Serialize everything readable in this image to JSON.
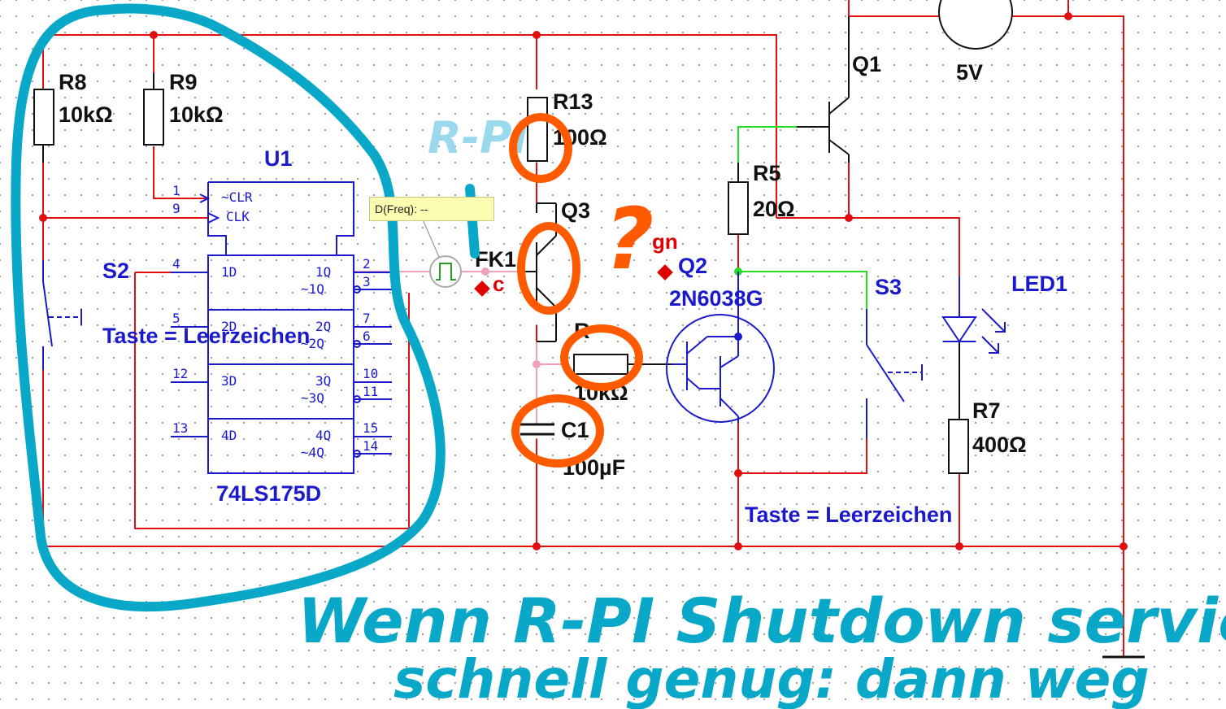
{
  "components": {
    "r8": {
      "name": "R8",
      "value": "10kΩ"
    },
    "r9": {
      "name": "R9",
      "value": "10kΩ"
    },
    "u1": {
      "name": "U1",
      "part": "74LS175D"
    },
    "u1_pins": {
      "clr": "~CLR",
      "clk": "CLK",
      "d1": "1D",
      "d2": "2D",
      "d3": "3D",
      "d4": "4D",
      "q1": "1Q",
      "q1n": "~1Q",
      "q2": "2Q",
      "q2n": "~2Q",
      "q3": "3Q",
      "q3n": "~3Q",
      "q4": "4Q",
      "q4n": "~4Q",
      "n1": "1",
      "n9": "9",
      "n4": "4",
      "n5": "5",
      "n12": "12",
      "n13": "13",
      "n2": "2",
      "n3": "3",
      "n7": "7",
      "n6": "6",
      "n10": "10",
      "n11": "11",
      "n15": "15",
      "n14": "14"
    },
    "s2": {
      "name": "S2",
      "note": "Taste = Leerzeichen"
    },
    "r13": {
      "name": "R13",
      "value": "100Ω"
    },
    "q3": {
      "name": "Q3"
    },
    "xfg": {
      "name": "FK1"
    },
    "r_base": {
      "name": "R",
      "value": "10kΩ"
    },
    "c1": {
      "name": "C1",
      "value": "100µF"
    },
    "q2": {
      "name": "Q2",
      "part": "2N6038G"
    },
    "r5": {
      "name": "R5",
      "value": "20Ω"
    },
    "q1": {
      "name": "Q1"
    },
    "supply": {
      "value": "5V"
    },
    "s3": {
      "name": "S3",
      "note": "Taste = Leerzeichen"
    },
    "led1": {
      "name": "LED1"
    },
    "r7": {
      "name": "R7",
      "value": "400Ω"
    }
  },
  "probes": {
    "c": "c",
    "gn": "gn"
  },
  "tooltip": "D(Freq): --",
  "annotations": {
    "rpi": "R-PI",
    "question": "?",
    "line1": "Wenn R-PI Shutdown service",
    "line2": "schnell genug: dann weg"
  },
  "colors": {
    "wire": "#e01010",
    "green_wire": "#22dd22",
    "pink_wire": "#f0a0b8",
    "blue_ink": "#0aa8c8",
    "orange_ink": "#ff5a00",
    "part_blue": "#1a1acc"
  }
}
